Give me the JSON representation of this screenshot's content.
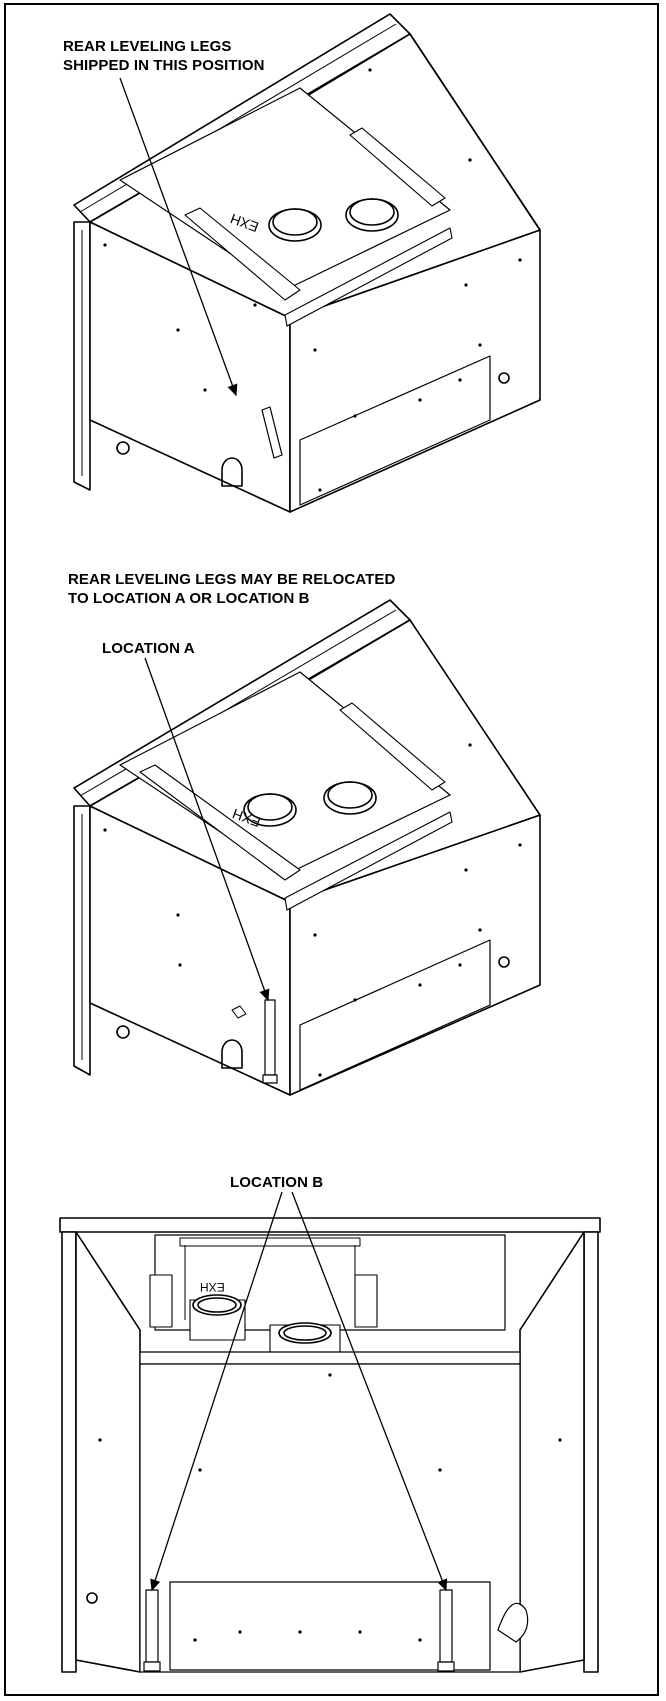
{
  "figure": {
    "panel1": {
      "label_line1": "REAR LEVELING  LEGS",
      "label_line2": "SHIPPED IN THIS POSITION",
      "exhaust_marking": "EXH"
    },
    "panel2": {
      "label_line1": "REAR LEVELING LEGS MAY BE RELOCATED",
      "label_line2": "TO LOCATION A OR LOCATION B",
      "location_label": "LOCATION A",
      "exhaust_marking": "EXH"
    },
    "panel3": {
      "location_label": "LOCATION B",
      "exhaust_marking": "EXH"
    }
  }
}
